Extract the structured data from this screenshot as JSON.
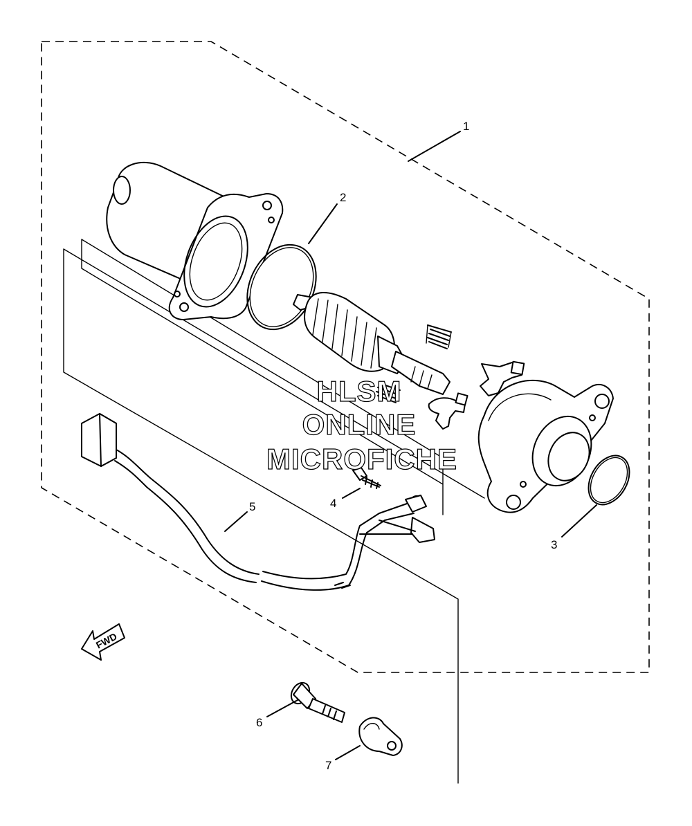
{
  "diagram": {
    "callouts": [
      {
        "label": "1"
      },
      {
        "label": "2"
      },
      {
        "label": "3"
      },
      {
        "label": "4"
      },
      {
        "label": "5"
      },
      {
        "label": "6"
      },
      {
        "label": "7"
      }
    ],
    "fwd_label": "FWD",
    "watermark": {
      "line1": "HLSM",
      "line2": "ONLINE",
      "line3": "MICROFICHE"
    }
  }
}
